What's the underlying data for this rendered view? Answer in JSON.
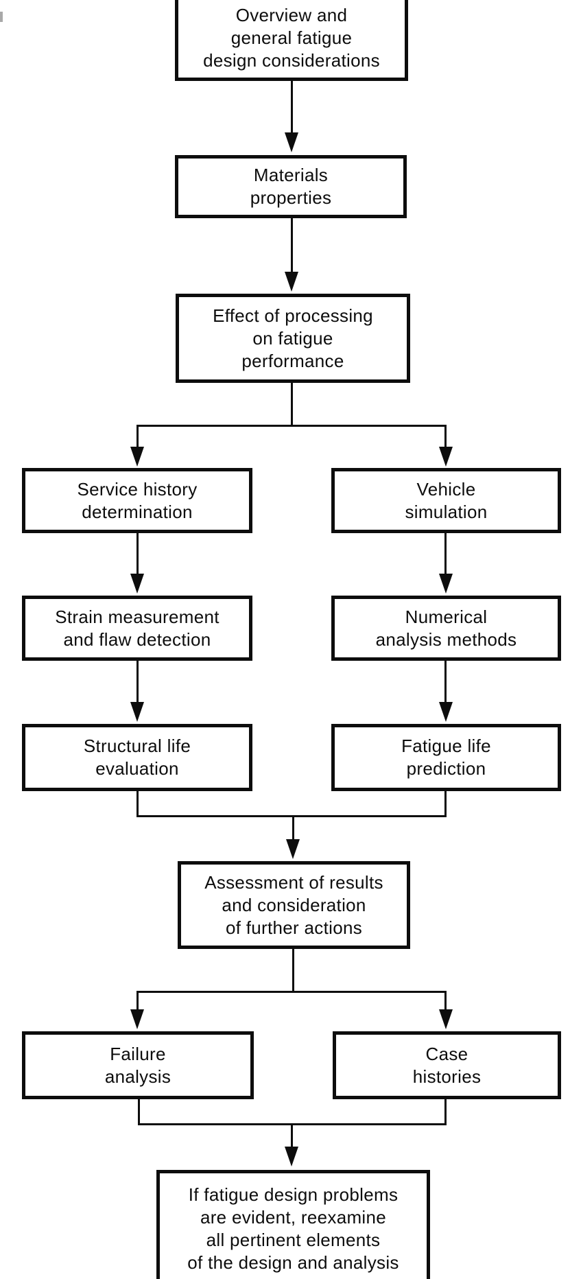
{
  "flowchart": {
    "nodes": [
      {
        "id": "overview",
        "label": "Overview and\ngeneral fatigue\ndesign considerations"
      },
      {
        "id": "materials",
        "label": "Materials\nproperties"
      },
      {
        "id": "processing",
        "label": "Effect of processing\non fatigue\nperformance"
      },
      {
        "id": "service",
        "label": "Service history\ndetermination"
      },
      {
        "id": "vehicle",
        "label": "Vehicle\nsimulation"
      },
      {
        "id": "strain",
        "label": "Strain measurement\nand flaw detection"
      },
      {
        "id": "numerical",
        "label": "Numerical\nanalysis methods"
      },
      {
        "id": "structural",
        "label": "Structural life\nevaluation"
      },
      {
        "id": "fatigue",
        "label": "Fatigue life\nprediction"
      },
      {
        "id": "assessment",
        "label": "Assessment of results\nand consideration\nof further actions"
      },
      {
        "id": "failure",
        "label": "Failure\nanalysis"
      },
      {
        "id": "case",
        "label": "Case\nhistories"
      },
      {
        "id": "reexamine",
        "label": "If fatigue design problems\nare evident, reexamine\nall pertinent elements\nof the design and analysis"
      }
    ],
    "edges": [
      {
        "from": "overview",
        "to": "materials"
      },
      {
        "from": "materials",
        "to": "processing"
      },
      {
        "from": "processing",
        "to": "service"
      },
      {
        "from": "processing",
        "to": "vehicle"
      },
      {
        "from": "service",
        "to": "strain"
      },
      {
        "from": "vehicle",
        "to": "numerical"
      },
      {
        "from": "strain",
        "to": "structural"
      },
      {
        "from": "numerical",
        "to": "fatigue"
      },
      {
        "from": "structural",
        "to": "assessment"
      },
      {
        "from": "fatigue",
        "to": "assessment"
      },
      {
        "from": "assessment",
        "to": "failure"
      },
      {
        "from": "assessment",
        "to": "case"
      },
      {
        "from": "failure",
        "to": "reexamine"
      },
      {
        "from": "case",
        "to": "reexamine"
      }
    ],
    "colors": {
      "ink": "#0d0d0d",
      "paper": "#ffffff"
    }
  }
}
